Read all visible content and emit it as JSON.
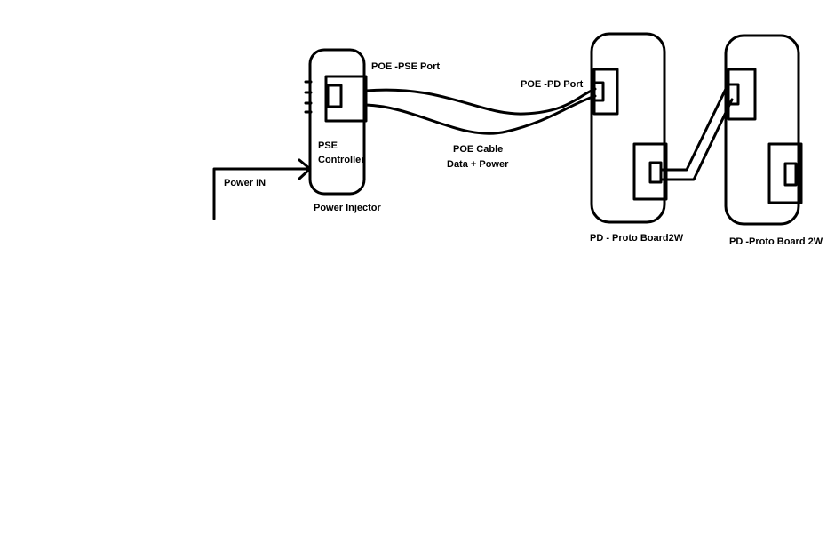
{
  "labels": {
    "power_in": "Power IN",
    "pse_line1": "PSE",
    "pse_line2": "Controller",
    "power_injector": "Power Injector",
    "poe_pse_port": "POE -PSE Port",
    "poe_cable_line1": "POE Cable",
    "poe_cable_line2": "Data + Power",
    "poe_pd_port": "POE -PD Port",
    "pd_board_1": "PD - Proto Board2W",
    "pd_board_2": "PD -Proto Board 2W"
  },
  "colors": {
    "ink": "#000000",
    "background": "#ffffff"
  }
}
